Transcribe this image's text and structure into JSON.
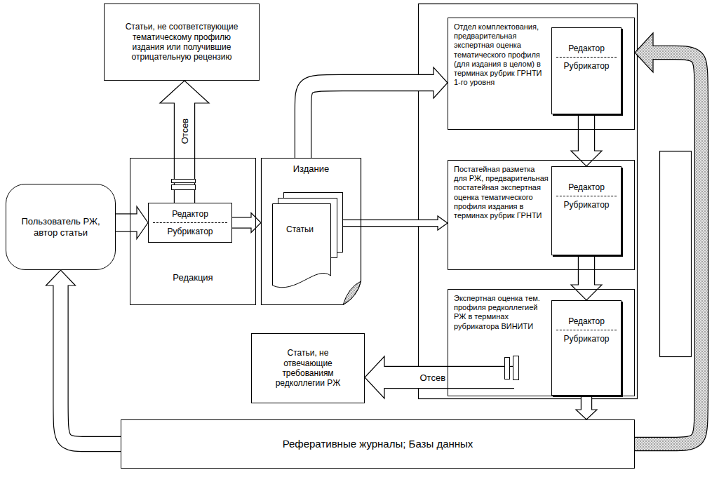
{
  "diagram": {
    "nodes": [
      {
        "text": [
          "Статьи, не соответствующие тематическому профилю издания или получившие отрицательную рецензию"
        ]
      },
      {
        "text": [
          "Пользователь РЖ, автор статьи"
        ]
      },
      {
        "text": [
          "Редакция"
        ]
      },
      {
        "text": [
          "Редактор",
          "Рубрикатор"
        ],
        "in": 2
      },
      {
        "text": [
          "Издание"
        ]
      },
      {
        "text": [
          "Статьи"
        ],
        "in": 4
      },
      {
        "text": [
          "Отдел комплектования, предварительная экспертная оценка тематического профиля (для издания в целом) в терминах рубрик ГРНТИ 1-го уровня"
        ]
      },
      {
        "text": [
          "Редактор",
          "Рубрикатор"
        ],
        "in": 6
      },
      {
        "text": [
          "Постатейная разметка для РЖ, предварительная постатейная экспертная оценка тематического профиля издания в терминах рубрик ГРНТИ"
        ]
      },
      {
        "text": [
          "Редактор",
          "Рубрикатор"
        ],
        "in": 8
      },
      {
        "text": [
          "Экспертная оценка тем. профиля редколлегией РЖ в терминах рубрикатора ВИНИТИ"
        ]
      },
      {
        "text": [
          "Редактор",
          "Рубрикатор"
        ],
        "in": 10
      },
      {
        "text": [
          "Статьи, не отвечающие требованиям редколлегии РЖ"
        ]
      },
      {
        "text": [
          "Реферативные журналы; Базы данных"
        ]
      }
    ],
    "edges": [
      {
        "from": 1,
        "to": 3,
        "arrow": "to"
      },
      {
        "from": 3,
        "to": 4,
        "arrow": "to"
      },
      {
        "from": 3,
        "to": 0,
        "label": "Отсев",
        "arrow": "to"
      },
      {
        "from": 4,
        "to": 6,
        "arrow": "to"
      },
      {
        "from": 5,
        "to": 8,
        "arrow": "to"
      },
      {
        "from": 7,
        "to": 9,
        "arrow": "to"
      },
      {
        "from": 9,
        "to": 11,
        "arrow": "to"
      },
      {
        "from": 10,
        "to": 12,
        "label": "Отсев",
        "arrow": "to"
      },
      {
        "from": 11,
        "to": 13,
        "arrow": "to"
      },
      {
        "from": 13,
        "to": 1,
        "arrow": "to"
      },
      {
        "from": 13,
        "to": 6,
        "arrow": "to"
      }
    ]
  }
}
